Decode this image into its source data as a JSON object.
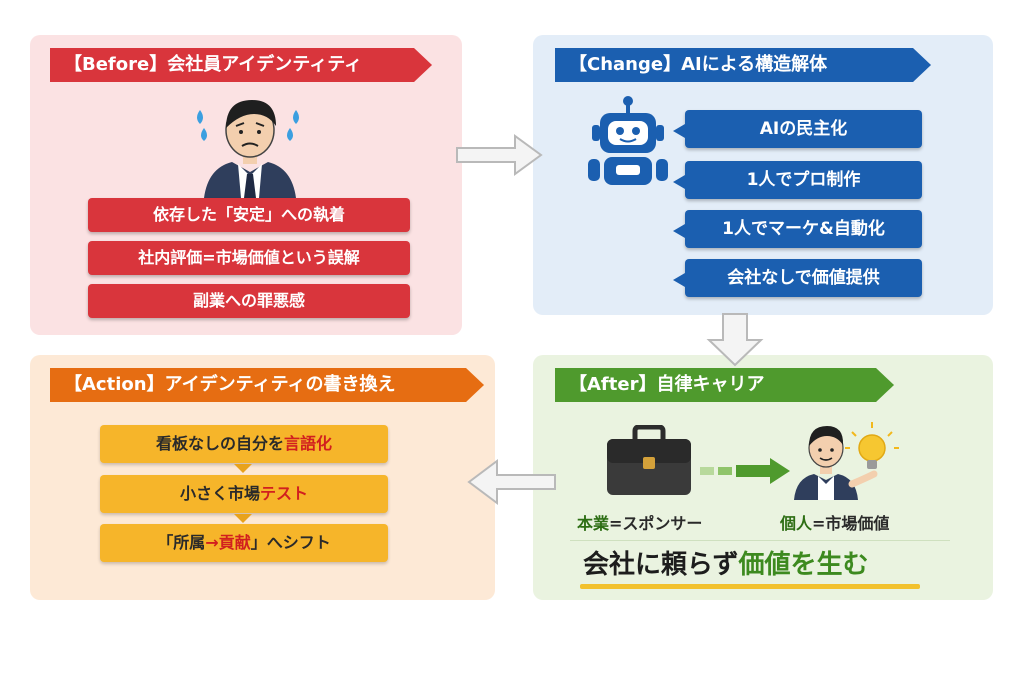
{
  "before": {
    "title": "【Before】会社員アイデンティティ",
    "items": [
      "依存した「安定」への執着",
      "社内評価=市場価値という誤解",
      "副業への罪悪感"
    ]
  },
  "change": {
    "title": "【Change】AIによる構造解体",
    "items": [
      "AIの民主化",
      "1人でプロ制作",
      "1人でマーケ&自動化",
      "会社なしで価値提供"
    ]
  },
  "action": {
    "title": "【Action】アイデンティティの書き換え",
    "items": [
      {
        "pre": "看板なしの自分を",
        "hl": "言語化",
        "post": ""
      },
      {
        "pre": "小さく市場",
        "hl": "テスト",
        "post": ""
      },
      {
        "pre": "「所属",
        "hl": "→貢献",
        "post": "」へシフト"
      }
    ]
  },
  "after": {
    "title": "【After】自律キャリア",
    "left_caption_a": "本業",
    "left_caption_b": "=スポンサー",
    "right_caption_a": "個人",
    "right_caption_b": "=市場価値",
    "slogan_a": "会社に頼らず",
    "slogan_b": "価値を生む"
  },
  "colors": {
    "before": "#d9353c",
    "change": "#1b5fb0",
    "action": "#e66d12",
    "after": "#4f9a2d",
    "highlight": "#f6b52a"
  }
}
